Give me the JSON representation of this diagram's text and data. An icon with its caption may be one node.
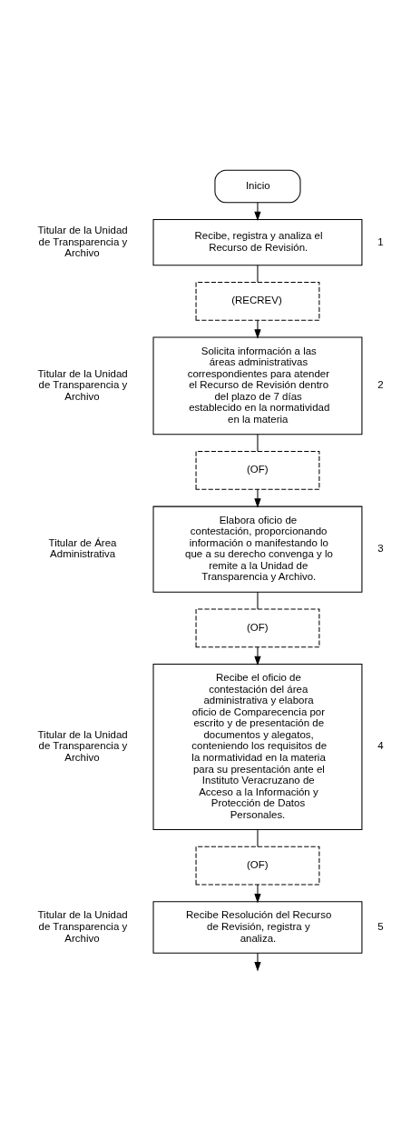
{
  "diagram": {
    "nodes": [
      {
        "text": [
          "Inicio"
        ]
      },
      {
        "text": [
          "Recibe, registra y analiza el Recurso de Revisión."
        ],
        "beside": [
          "Titular de la Unidad de Transparencia y Archivo",
          "1"
        ]
      },
      {
        "text": [
          "(RECREV)"
        ]
      },
      {
        "text": [
          "Solicita información a las áreas administrativas correspondientes para atender el Recurso de Revisión dentro del plazo de 7 días establecido en la normatividad en la materia"
        ],
        "beside": [
          "Titular de la Unidad de Transparencia y Archivo",
          "2"
        ]
      },
      {
        "text": [
          "(OF)"
        ]
      },
      {
        "text": [
          "Elabora oficio de contestación, proporcionando información o manifestando lo que a su derecho convenga y lo remite a la Unidad de Transparencia y Archivo."
        ],
        "beside": [
          "Titular de Área Administrativa",
          "3"
        ]
      },
      {
        "text": [
          "(OF)"
        ]
      },
      {
        "text": [
          "Recibe el oficio de contestación del área administrativa y elabora oficio de Comparecencia por escrito y de presentación de documentos y alegatos, conteniendo los requisitos de la normatividad en la materia para su presentación ante el Instituto Veracruzano de Acceso a la Información y Protección de Datos Personales."
        ],
        "beside": [
          "Titular de la Unidad de Transparencia y Archivo",
          "4"
        ]
      },
      {
        "text": [
          "(OF)"
        ]
      },
      {
        "text": [
          "Recibe Resolución del Recurso de Revisión, registra y analiza."
        ],
        "beside": [
          "Titular de la Unidad de Transparencia y Archivo",
          "5"
        ]
      }
    ],
    "edges": [
      {
        "from": 0,
        "to": 1,
        "arrow": "to"
      },
      {
        "from": 1,
        "to": 2,
        "arrow": "none"
      },
      {
        "from": 2,
        "to": 3,
        "arrow": "to"
      },
      {
        "from": 3,
        "to": 4,
        "arrow": "none"
      },
      {
        "from": 4,
        "to": 5,
        "arrow": "to"
      },
      {
        "from": 5,
        "to": 6,
        "arrow": "none"
      },
      {
        "from": 6,
        "to": 7,
        "arrow": "to"
      },
      {
        "from": 7,
        "to": 8,
        "arrow": "none"
      },
      {
        "from": 8,
        "to": 9,
        "arrow": "to"
      },
      {
        "from": 9,
        "to": null,
        "arrow": "to"
      }
    ]
  }
}
